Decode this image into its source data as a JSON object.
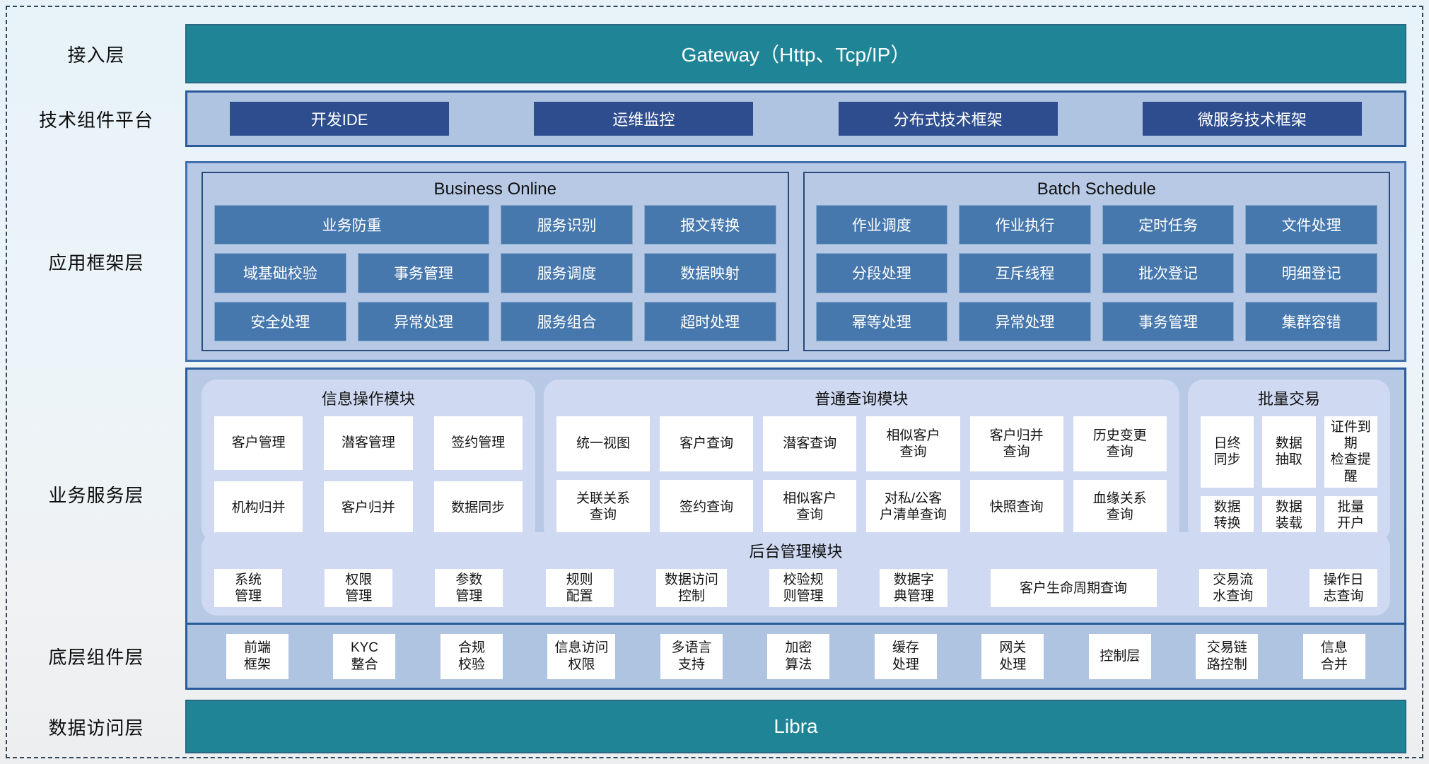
{
  "colors": {
    "teal_bar": "#1f8596",
    "dark_button": "#2e4d8e",
    "band_fill": "#afc4e0",
    "framework_button": "#4678ad",
    "module_fill": "#cfdaf2",
    "outer_fill": "#b7c9e4"
  },
  "access": {
    "label": "接入层",
    "gateway": "Gateway（Http、Tcp/IP）"
  },
  "tech_platform": {
    "label": "技术组件平台",
    "items": [
      "开发IDE",
      "运维监控",
      "分布式技术框架",
      "微服务技术框架"
    ]
  },
  "app_framework": {
    "label": "应用框架层",
    "business_online": {
      "title": "Business Online",
      "items": [
        "业务防重",
        "服务识别",
        "报文转换",
        "域基础校验",
        "事务管理",
        "服务调度",
        "数据映射",
        "安全处理",
        "异常处理",
        "服务组合",
        "超时处理"
      ]
    },
    "batch_schedule": {
      "title": "Batch Schedule",
      "items": [
        "作业调度",
        "作业执行",
        "定时任务",
        "文件处理",
        "分段处理",
        "互斥线程",
        "批次登记",
        "明细登记",
        "幂等处理",
        "异常处理",
        "事务管理",
        "集群容错"
      ]
    }
  },
  "business_service": {
    "label": "业务服务层",
    "info_module": {
      "title": "信息操作模块",
      "items": [
        "客户管理",
        "潜客管理",
        "签约管理",
        "机构归并",
        "客户归并",
        "数据同步"
      ]
    },
    "query_module": {
      "title": "普通查询模块",
      "items": [
        "统一视图",
        "客户查询",
        "潜客查询",
        "相似客户\n查询",
        "客户归并\n查询",
        "历史变更\n查询",
        "关联关系\n查询",
        "签约查询",
        "相似客户\n查询",
        "对私/公客\n户清单查询",
        "快照查询",
        "血缘关系\n查询"
      ]
    },
    "batch_trade": {
      "title": "批量交易",
      "items": [
        "日终\n同步",
        "数据\n抽取",
        "证件到期\n检查提醒",
        "数据\n转换",
        "数据\n装载",
        "批量\n开户"
      ]
    },
    "admin_module": {
      "title": "后台管理模块",
      "items": [
        "系统\n管理",
        "权限\n管理",
        "参数\n管理",
        "规则\n配置",
        "数据访问\n控制",
        "校验规\n则管理",
        "数据字\n典管理",
        "客户生命周期查询",
        "交易流\n水查询",
        "操作日\n志查询"
      ]
    }
  },
  "base_component": {
    "label": "底层组件层",
    "items": [
      "前端\n框架",
      "KYC\n整合",
      "合规\n校验",
      "信息访问\n权限",
      "多语言\n支持",
      "加密\n算法",
      "缓存\n处理",
      "网关\n处理",
      "控制层",
      "交易链\n路控制",
      "信息\n合并"
    ]
  },
  "data_access": {
    "label": "数据访问层",
    "bar": "Libra"
  }
}
